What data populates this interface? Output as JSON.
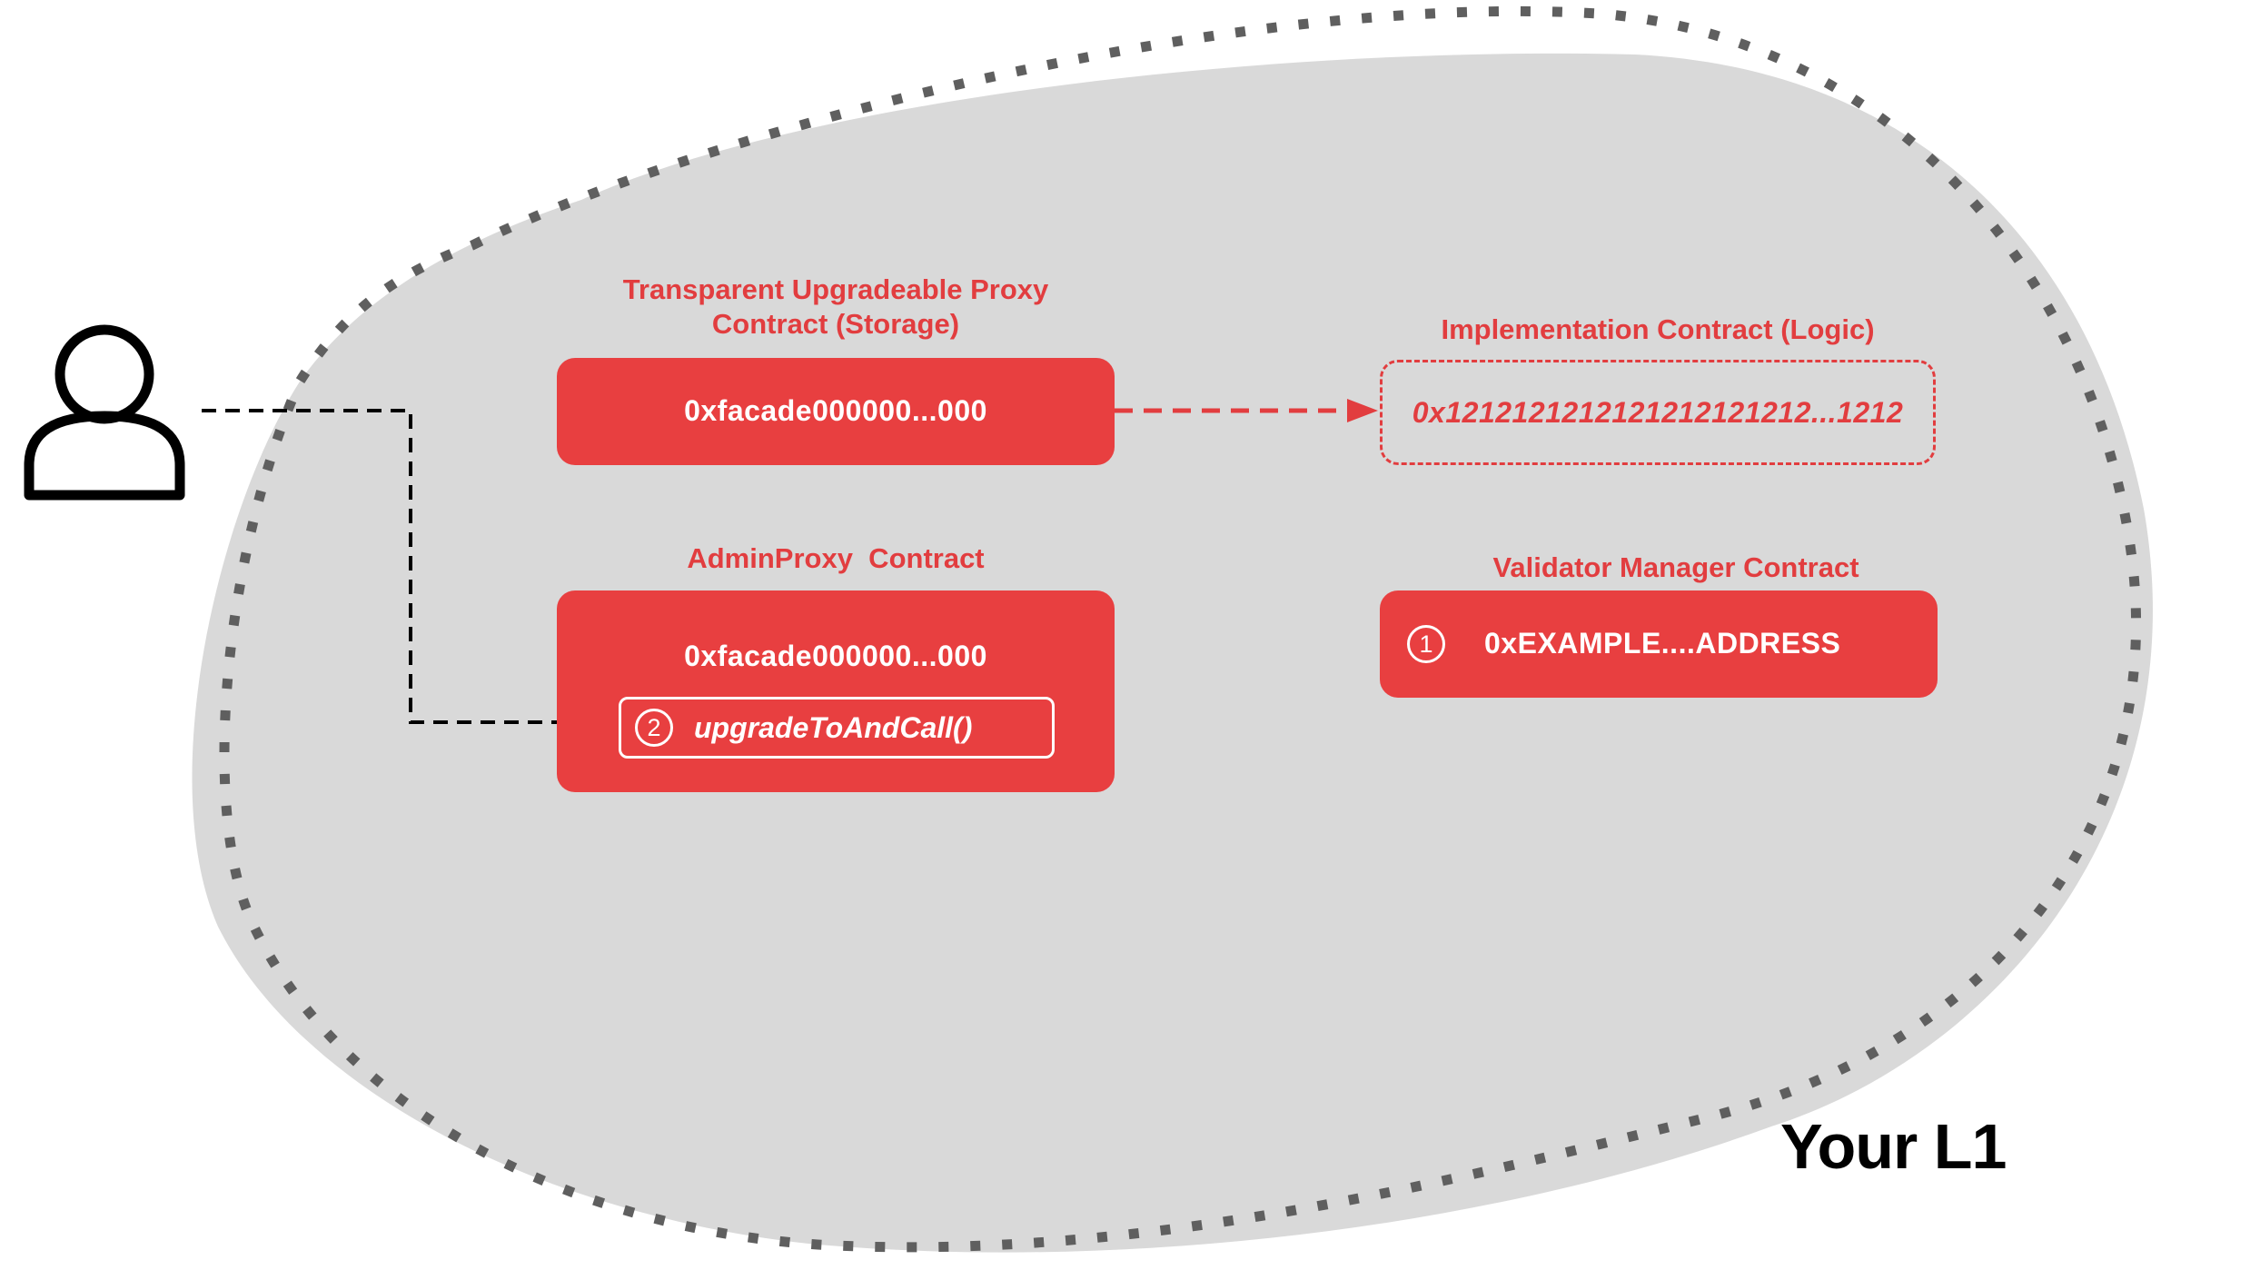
{
  "region": {
    "label": "Your L1"
  },
  "proxy": {
    "title_line1": "Transparent Upgradeable Proxy",
    "title_line2": "Contract (Storage)",
    "address": "0xfacade000000...000"
  },
  "implementation": {
    "title": "Implementation Contract (Logic)",
    "address": "0x1212121212121212121212...1212"
  },
  "admin_proxy": {
    "title": "AdminProxy  Contract",
    "address": "0xfacade000000...000",
    "call_step": "2",
    "call": "upgradeToAndCall()"
  },
  "validator_manager": {
    "title": "Validator Manager Contract",
    "step": "1",
    "address": "0xEXAMPLE....ADDRESS"
  },
  "colors": {
    "accent_red": "#e83f40",
    "region_fill": "#d9d9d9",
    "dotted_border": "#5f5f5f"
  },
  "icons": {
    "actor": "user-icon"
  }
}
